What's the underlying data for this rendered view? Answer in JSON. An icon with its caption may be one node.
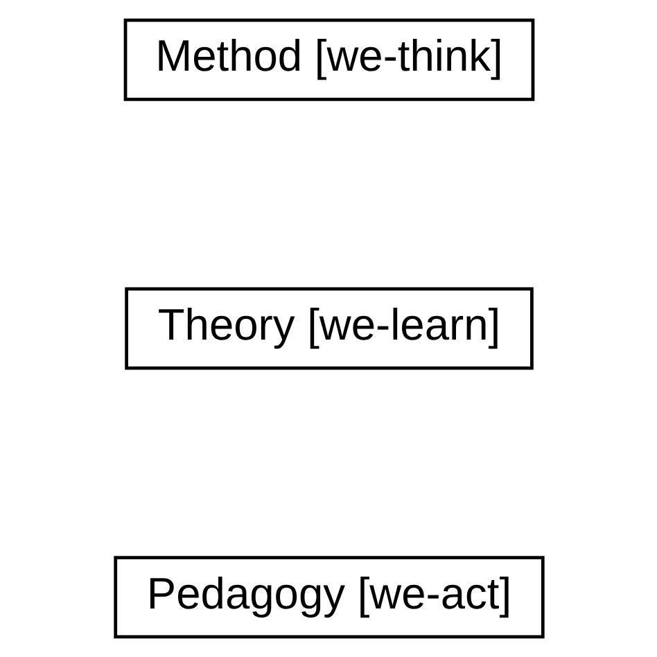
{
  "diagram": {
    "nodes": [
      {
        "text": [
          "Pedagogy [we-act]"
        ]
      },
      {
        "text": [
          "Theory [we-learn]"
        ]
      },
      {
        "text": [
          "Method [we-think]"
        ]
      }
    ],
    "edges": []
  }
}
